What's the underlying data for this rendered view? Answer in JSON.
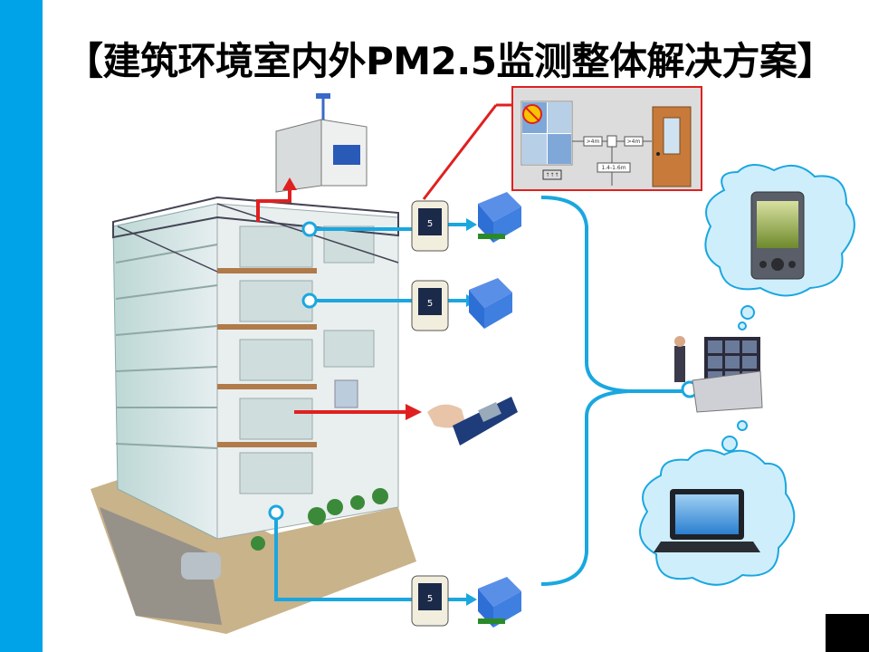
{
  "slide": {
    "title": "【建筑环境室内外PM2.5监测整体解决方案】"
  },
  "install_diagram": {
    "label_left": ">4m",
    "label_right": ">4m",
    "label_height": "1.4-1.6m"
  },
  "device_screen": {
    "value": "5"
  },
  "colors": {
    "accent_blue": "#1aa7e0",
    "arrow_red": "#e02020",
    "left_bar": "#00a3e8",
    "cloud_fill": "#cfeefc",
    "module_blue": "#2e6fd6"
  },
  "icons": {
    "monitor_device": "pm25-wall-monitor",
    "converter": "serial-converter-module",
    "handheld": "handheld-meter",
    "pda": "pda-icon",
    "control_center": "control-room-icon",
    "laptop": "laptop-icon"
  }
}
